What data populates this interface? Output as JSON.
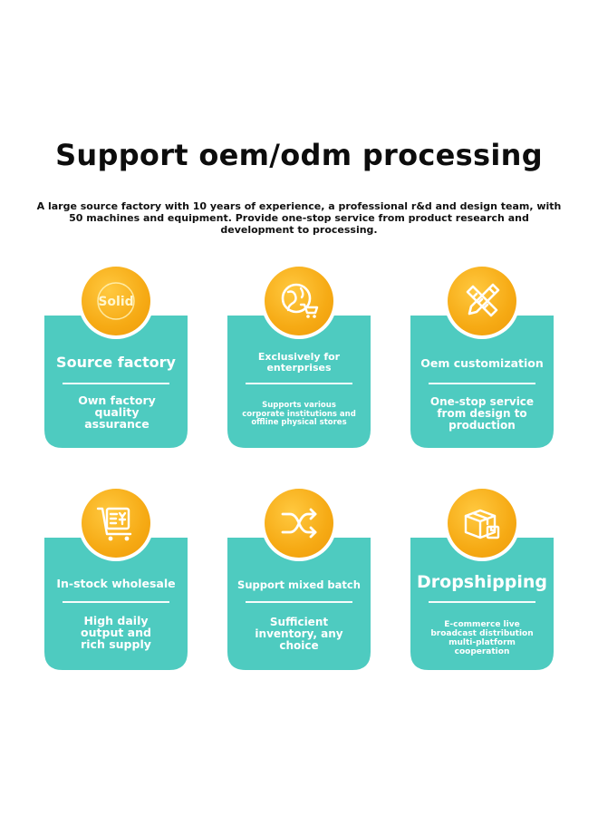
{
  "header": {
    "title": "Support oem/odm processing",
    "intro": "A large source factory with 10 years of experience, a professional r&d and design team, with 50 machines and equipment. Provide one-stop service from product research and development to processing."
  },
  "colors": {
    "card": "#4ecbc0",
    "badge": "#f6aa14",
    "text": "#ffffff"
  },
  "cards": [
    {
      "icon": "solid-logo-icon",
      "logo_text": "Solid",
      "title": "Source factory",
      "desc": "Own factory quality assurance"
    },
    {
      "icon": "globe-cart-icon",
      "title": "Exclusively for enterprises",
      "desc": "Supports various corporate institutions and offline physical stores"
    },
    {
      "icon": "pencil-ruler-icon",
      "title": "Oem customization",
      "desc": "One-stop service from design to production"
    },
    {
      "icon": "trolley-document-icon",
      "title": "In-stock wholesale",
      "desc": "High daily output and rich supply"
    },
    {
      "icon": "shuffle-icon",
      "title": "Support mixed batch",
      "desc": "Sufficient inventory, any choice"
    },
    {
      "icon": "boxes-icon",
      "title": "Dropshipping",
      "desc": "E-commerce live broadcast distribution multi-platform cooperation"
    }
  ]
}
